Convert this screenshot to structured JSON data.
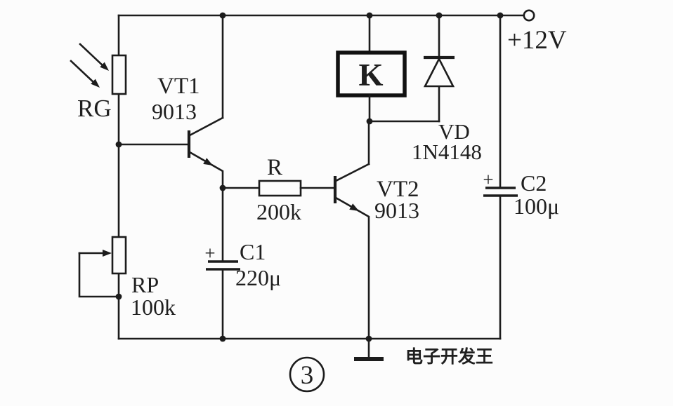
{
  "figure": {
    "number": "3",
    "watermark": "电子开发王"
  },
  "power": {
    "label": "+12V"
  },
  "colors": {
    "ink": "#1c1c1c",
    "background": "#fcfcfc"
  },
  "components": {
    "rg": {
      "ref": "RG"
    },
    "rp": {
      "ref": "RP",
      "value": "100k"
    },
    "vt1": {
      "ref": "VT1",
      "value": "9013"
    },
    "vt2": {
      "ref": "VT2",
      "value": "9013"
    },
    "r": {
      "ref": "R",
      "value": "200k"
    },
    "c1": {
      "ref": "C1",
      "value": "220μ",
      "polarity": "+"
    },
    "c2": {
      "ref": "C2",
      "value": "100μ",
      "polarity": "+"
    },
    "vd": {
      "ref": "VD",
      "value": "1N4148"
    },
    "k": {
      "ref": "K"
    }
  }
}
